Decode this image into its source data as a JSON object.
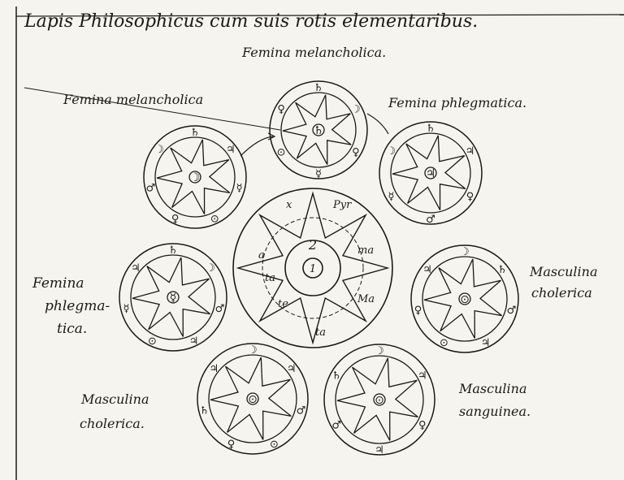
{
  "title": "Lapis Philosophicus cum suis rotis elementaribus.",
  "labels": {
    "top": "Femina melancholica.",
    "upper_left": "Femina melancholica",
    "upper_right": "Femina phlegmatica.",
    "left_1": "Femina",
    "left_2": "phlegma-",
    "left_3": "tica.",
    "right_1": "Masculina",
    "right_2": "cholerica",
    "lower_left_1": "Masculina",
    "lower_left_2": "cholerica.",
    "lower_right_1": "Masculina",
    "lower_right_2": "sanguinea."
  },
  "center": {
    "number": "2",
    "core": "1",
    "ring_letters": [
      "x",
      "a",
      "Pyr",
      "ma",
      "Ma",
      "ta",
      "te",
      "ta"
    ]
  },
  "wheels": {
    "top": {
      "center": "♄",
      "signs": [
        "♄",
        "☽",
        "♀",
        "☿",
        "⊙",
        "♀"
      ]
    },
    "upper_left": {
      "center": "☽",
      "signs": [
        "♄",
        "♃",
        "☿",
        "⊙",
        "♀",
        "♂",
        "☽"
      ]
    },
    "upper_right": {
      "center": "♃",
      "signs": [
        "♄",
        "♃",
        "♀",
        "♂",
        "☿",
        "☽"
      ]
    },
    "left": {
      "center": "☿",
      "signs": [
        "♄",
        "☽",
        "♂",
        "♃",
        "⊙",
        "☿",
        "♃"
      ]
    },
    "right": {
      "center": "⊙",
      "signs": [
        "☽",
        "♄",
        "♂",
        "♃",
        "⊙",
        "♀",
        "♃"
      ]
    },
    "lower_left": {
      "center": "⊙",
      "signs": [
        "☽",
        "♃",
        "♂",
        "⊙",
        "♀",
        "♄",
        "♃"
      ]
    },
    "lower_right": {
      "center": "⊙",
      "signs": [
        "☽",
        "♃",
        "♀",
        "♃",
        "♂",
        "♄"
      ]
    }
  },
  "colors": {
    "ink": "#1c1a17",
    "paper": "#f6f4ee"
  }
}
